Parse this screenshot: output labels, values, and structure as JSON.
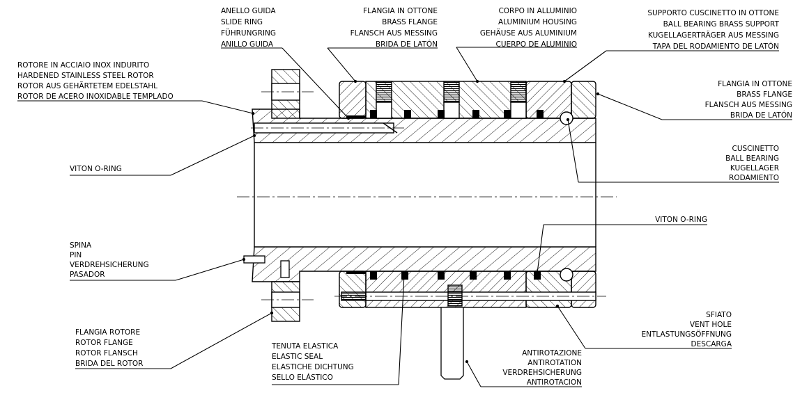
{
  "labels": {
    "slide_ring": [
      "ANELLO GUIDA",
      "SLIDE RING",
      "FÜHRUNGRING",
      "ANILLO GUIDA"
    ],
    "brass_flange_top": [
      "FLANGIA IN OTTONE",
      "BRASS FLANGE",
      "FLANSCH AUS MESSING",
      "BRIDA DE LATÓN"
    ],
    "aluminium_housing": [
      "CORPO IN ALLUMINIO",
      "ALUMINIUM HOUSING",
      "GEHÄUSE AUS ALUMINIUM",
      "CUERPO DE ALUMINIO"
    ],
    "bearing_support": [
      "SUPPORTO CUSCINETTO IN OTTONE",
      "BALL BEARING BRASS SUPPORT",
      "KUGELLAGERTRÄGER AUS MESSING",
      "TAPA DEL RODAMIENTO DE LATÓN"
    ],
    "rotor": [
      "ROTORE IN ACCIAIO INOX INDURITO",
      "HARDENED STAINLESS STEEL ROTOR",
      "ROTOR AUS GEHÄRTETEM EDELSTAHL",
      "ROTOR DE ACERO INOXIDABLE TEMPLADO"
    ],
    "brass_flange_right": [
      "FLANGIA IN OTTONE",
      "BRASS FLANGE",
      "FLANSCH AUS MESSING",
      "BRIDA DE LATÓN"
    ],
    "viton_oring_left": [
      "VITON O-RING"
    ],
    "ball_bearing": [
      "CUSCINETTO",
      "BALL BEARING",
      "KUGELLAGER",
      "RODAMIENTO"
    ],
    "viton_oring_right": [
      "VITON O-RING"
    ],
    "pin": [
      "SPINA",
      "PIN",
      "VERDREHSICHERUNG",
      "PASADOR"
    ],
    "rotor_flange": [
      "FLANGIA ROTORE",
      "ROTOR FLANGE",
      "ROTOR FLANSCH",
      "BRIDA DEL ROTOR"
    ],
    "elastic_seal": [
      "TENUTA ELASTICA",
      "ELASTIC SEAL",
      "ELASTICHE DICHTUNG",
      "SELLO ELÁSTICO"
    ],
    "vent_hole": [
      "SFIATO",
      "VENT HOLE",
      "ENTLASTUNGSÖFFNUNG",
      "DESCARGA"
    ],
    "antirotation": [
      "ANTIROTAZIONE",
      "ANTIROTATION",
      "VERDREHSICHERUNG",
      "ANTIROTACION"
    ]
  }
}
